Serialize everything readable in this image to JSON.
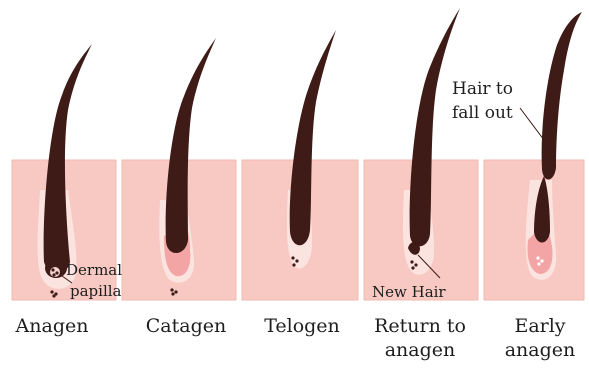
{
  "colors": {
    "skin": "#f8c9c2",
    "skin_stroke": "#f2b9b0",
    "hair": "#3e1b17",
    "bulb_glow": "#f3a5a5",
    "sheath": "#fbe3df"
  },
  "stages": [
    {
      "label": "Anagen"
    },
    {
      "label": "Catagen"
    },
    {
      "label": "Telogen"
    },
    {
      "label_line1": "Return to",
      "label_line2": "anagen"
    },
    {
      "label_line1": "Early",
      "label_line2": "anagen"
    }
  ],
  "annotations": {
    "dermal_papilla_line1": "Dermal",
    "dermal_papilla_line2": "papilla",
    "new_hair": "New Hair",
    "hair_to_fall_out_line1": "Hair to",
    "hair_to_fall_out_line2": "fall out"
  }
}
